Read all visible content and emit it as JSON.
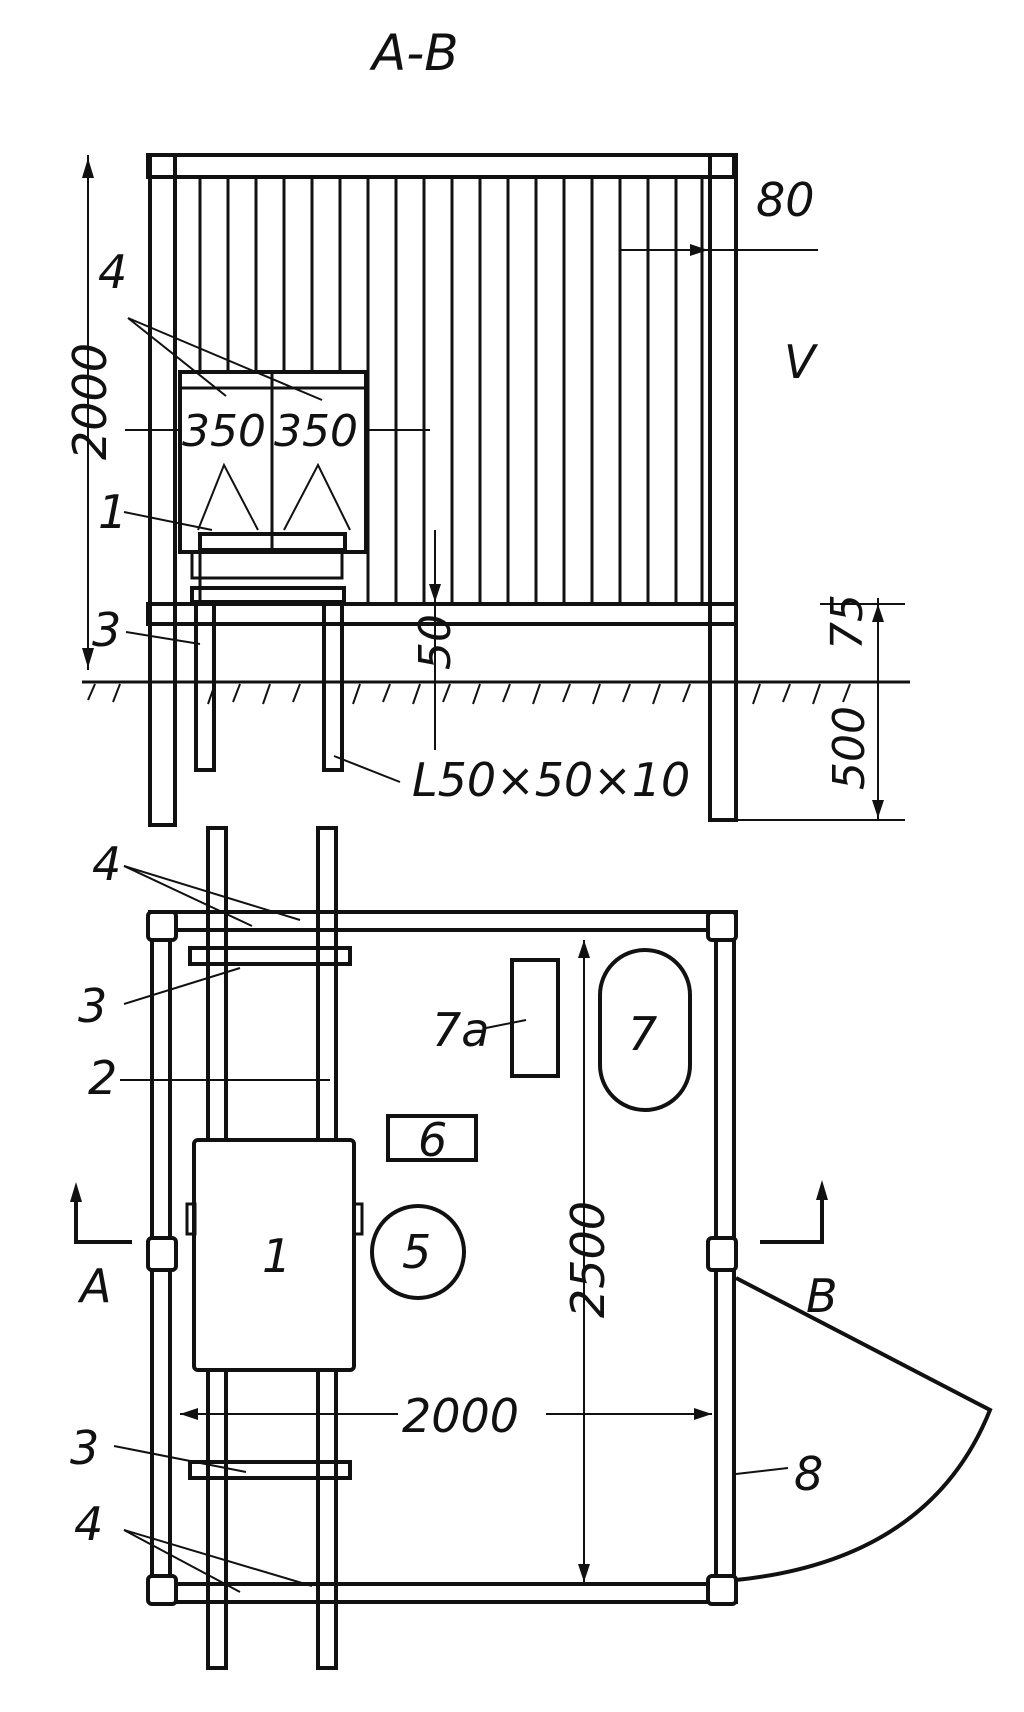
{
  "title": "A-B",
  "elevation": {
    "dim_height": "2000",
    "dim_width_left": "350",
    "dim_width_right": "350",
    "dim_wall": "80",
    "dim_plinth": "50",
    "dim_above_ground": "75",
    "dim_below_ground": "500",
    "angle_profile": "L50×50×10",
    "marks": {
      "four": "4",
      "one": "1",
      "three": "3"
    },
    "ventilation_symbol": "V"
  },
  "plan": {
    "dim_width": "2000",
    "dim_length": "2500",
    "section_a": "A",
    "section_b": "B",
    "marks": {
      "four_top": "4",
      "three_top": "3",
      "two": "2",
      "one": "1",
      "five": "5",
      "six": "6",
      "seven": "7",
      "seven_a": "7a",
      "eight": "8",
      "three_bottom": "3",
      "four_bottom": "4"
    }
  }
}
